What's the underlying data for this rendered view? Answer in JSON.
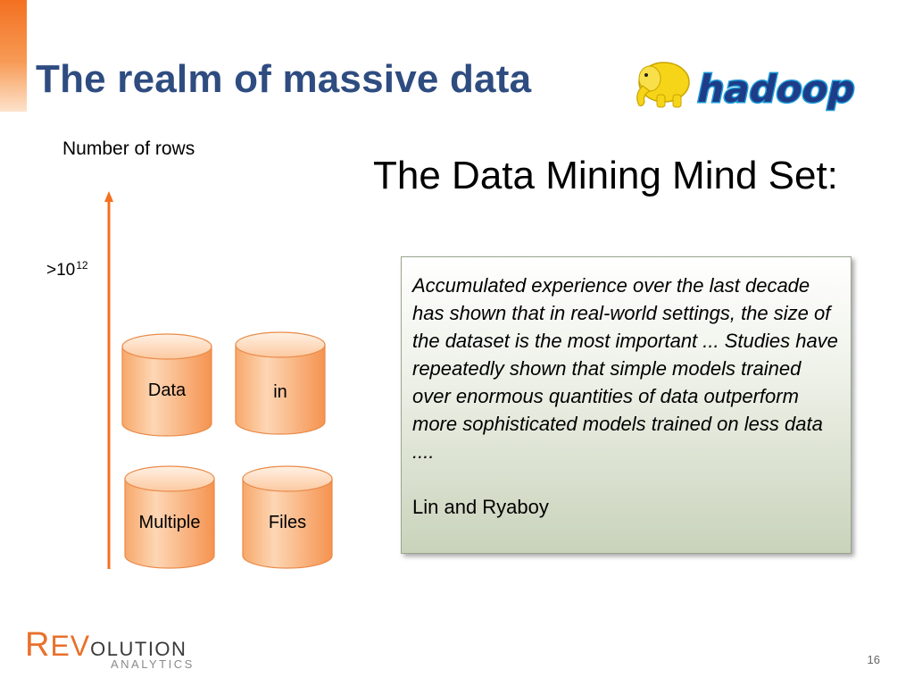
{
  "slide": {
    "title": "The realm of massive data",
    "page_number": "16"
  },
  "hadoop_logo": {
    "text": "hadoop",
    "icon": "elephant-icon",
    "colors": {
      "elephant": "#f6d417",
      "text": "#1e3c87",
      "outline": "#1c9cd8"
    }
  },
  "axis": {
    "label": "Number of rows",
    "magnitude_base": ">10",
    "magnitude_exponent": "12",
    "arrow_color": "#f37021"
  },
  "cylinders": [
    {
      "label": "Data"
    },
    {
      "label": "in"
    },
    {
      "label": "Multiple"
    },
    {
      "label": "Files"
    }
  ],
  "mindset_heading": "The Data Mining Mind Set:",
  "quote": {
    "text": "Accumulated experience over the last decade has shown that in real-world settings, the size of the dataset is the most important ... Studies have repeatedly shown that simple models trained over enormous quantities of data outperform more sophisticated models trained on less data ....",
    "author": "Lin and Ryaboy"
  },
  "brand": {
    "logo_r": "R",
    "logo_e": "E",
    "logo_v": "V",
    "logo_rest": "OLUTION",
    "logo_sub": "ANALYTICS",
    "accent": "#f37021"
  }
}
